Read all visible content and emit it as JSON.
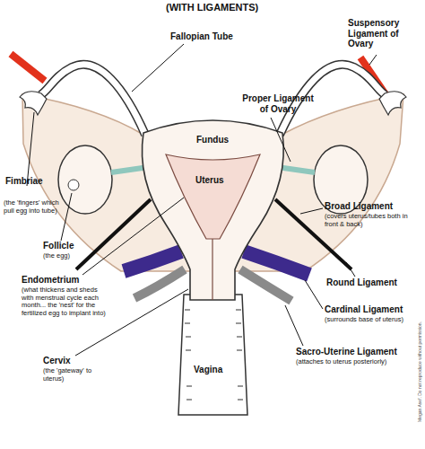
{
  "diagram": {
    "title": "(WITH LIGAMENTS)",
    "labels": [
      "Fallopian Tube",
      "Suspensory Ligament of Ovary",
      "Proper Ligament of Ovary",
      "Fundus",
      "Uterus",
      "Fimbriae",
      "(the 'fingers' which pull egg into tube)",
      "Broad Ligament",
      "(covers uterus/tubes both in front & back)",
      "Follicle",
      "(the egg)",
      "Round Ligament",
      "Endometrium",
      "(what thickens and sheds with menstrual cycle each month... the 'nest' for the fertilized egg to implant into)",
      "Cardinal Ligament",
      "(surrounds base of uterus)",
      "Cervix",
      "(the 'gateway' to uterus)",
      "Vagina",
      "Sacro-Uterine Ligament",
      "(attaches to uterus posteriorly)",
      "Megan Asef. Do not reproduce without permission."
    ]
  }
}
